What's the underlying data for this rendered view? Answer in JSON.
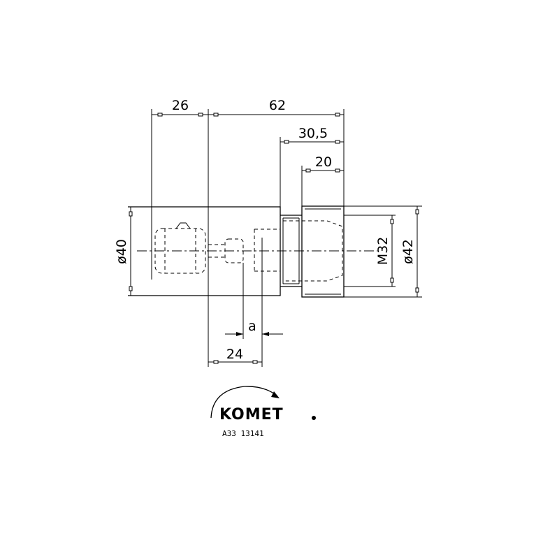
{
  "dimensions": {
    "d26": "26",
    "d62": "62",
    "d30_5": "30,5",
    "d20": "20",
    "d40": "ø40",
    "m32": "M32",
    "d42": "ø42",
    "a": "a",
    "d24": "24"
  },
  "logo": {
    "brand": "KOMET",
    "code": "A33 13141"
  }
}
